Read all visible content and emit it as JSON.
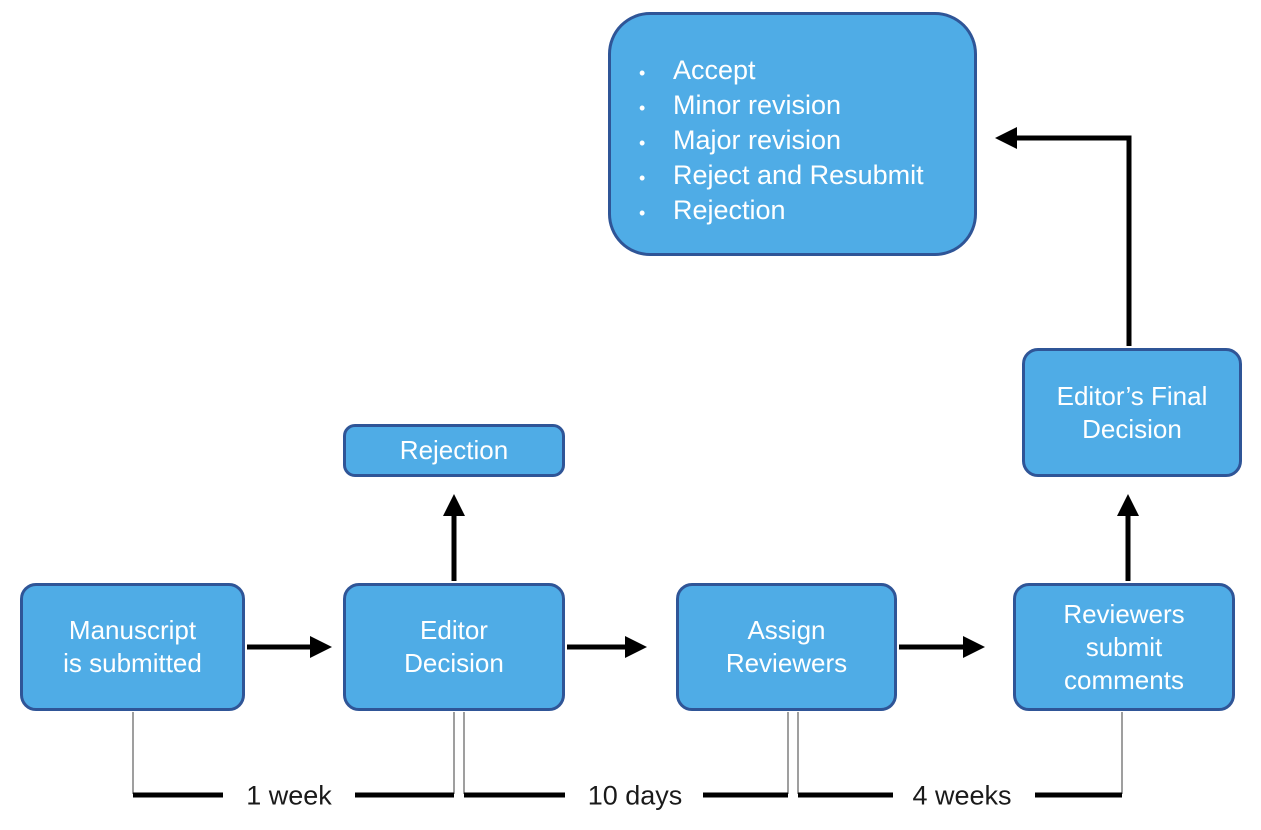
{
  "diagram": {
    "outcomes_box": {
      "items": [
        "Accept",
        "Minor revision",
        "Major revision",
        "Reject and Resubmit",
        "Rejection"
      ]
    },
    "nodes": {
      "manuscript": "Manuscript\nis submitted",
      "editor_decision": "Editor\nDecision",
      "assign_reviewers": "Assign\nReviewers",
      "reviewers_comments": "Reviewers\nsubmit\ncomments",
      "rejection": "Rejection",
      "editors_final": "Editor’s Final\nDecision"
    },
    "timeline": {
      "interval_1": "1 week",
      "interval_2": "10 days",
      "interval_3": "4 weeks"
    },
    "edges": [
      "manuscript -> editor_decision",
      "editor_decision -> rejection",
      "editor_decision -> assign_reviewers",
      "assign_reviewers -> reviewers_comments",
      "reviewers_comments -> editors_final",
      "editors_final -> outcomes_box"
    ],
    "colors": {
      "node_fill": "#4FACE6",
      "node_border": "#2F5597",
      "node_text": "#FFFFFF",
      "arrow": "#000000",
      "connector_line": "#7F7F7F",
      "timeline_text": "#1A1A1A"
    }
  }
}
